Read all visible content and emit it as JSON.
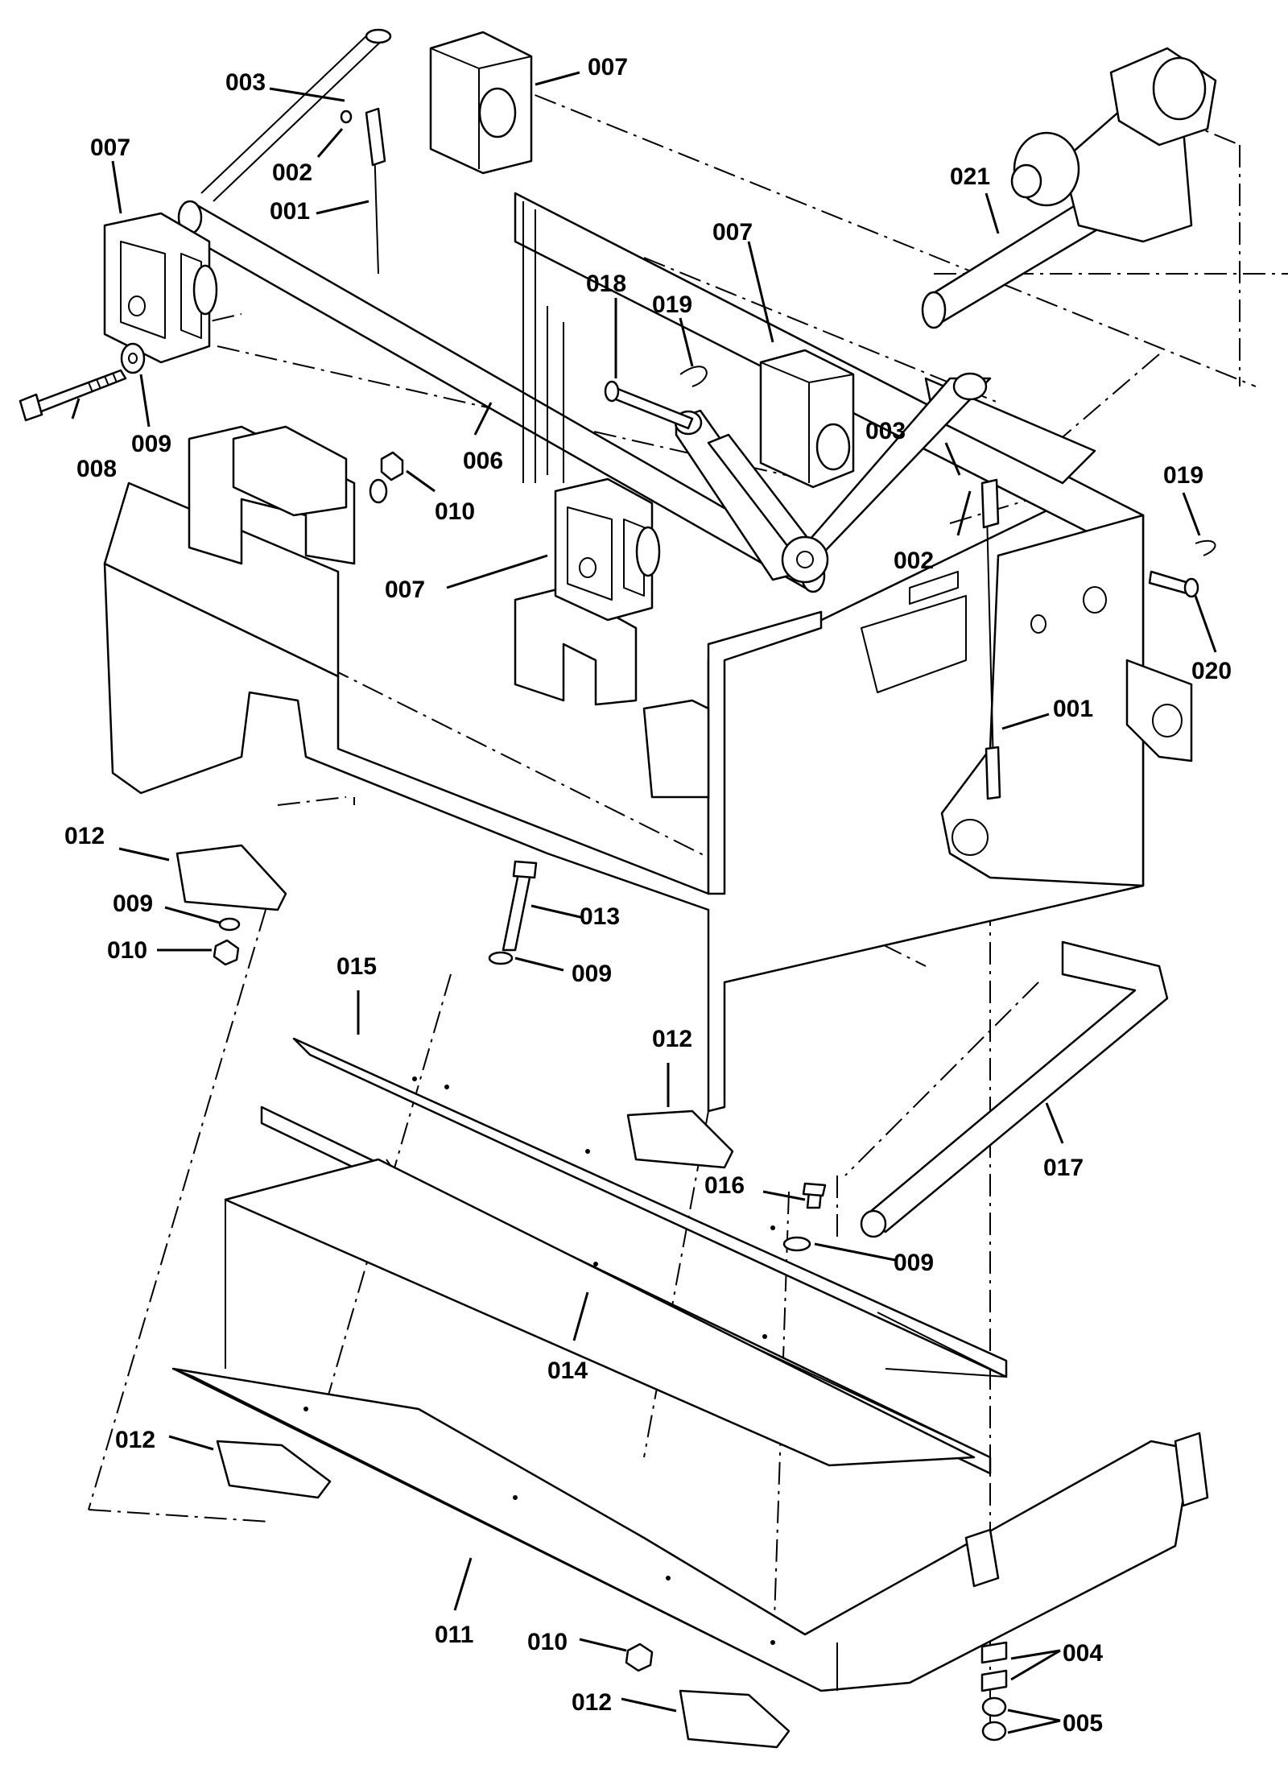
{
  "diagram": {
    "callouts": [
      {
        "id": "c-003-top",
        "label": "003"
      },
      {
        "id": "c-007-top",
        "label": "007"
      },
      {
        "id": "c-007-left",
        "label": "007"
      },
      {
        "id": "c-002-top",
        "label": "002"
      },
      {
        "id": "c-001-top",
        "label": "001"
      },
      {
        "id": "c-021",
        "label": "021"
      },
      {
        "id": "c-007-mid",
        "label": "007"
      },
      {
        "id": "c-018",
        "label": "018"
      },
      {
        "id": "c-019-top",
        "label": "019"
      },
      {
        "id": "c-008",
        "label": "008"
      },
      {
        "id": "c-009-left",
        "label": "009"
      },
      {
        "id": "c-006",
        "label": "006"
      },
      {
        "id": "c-010-top",
        "label": "010"
      },
      {
        "id": "c-003-right",
        "label": "003"
      },
      {
        "id": "c-019-right",
        "label": "019"
      },
      {
        "id": "c-002-right",
        "label": "002"
      },
      {
        "id": "c-007-center",
        "label": "007"
      },
      {
        "id": "c-020",
        "label": "020"
      },
      {
        "id": "c-001-right",
        "label": "001"
      },
      {
        "id": "c-012-left",
        "label": "012"
      },
      {
        "id": "c-009-low-left",
        "label": "009"
      },
      {
        "id": "c-010-low-left",
        "label": "010"
      },
      {
        "id": "c-013",
        "label": "013"
      },
      {
        "id": "c-009-center",
        "label": "009"
      },
      {
        "id": "c-015",
        "label": "015"
      },
      {
        "id": "c-012-center",
        "label": "012"
      },
      {
        "id": "c-016",
        "label": "016"
      },
      {
        "id": "c-017",
        "label": "017"
      },
      {
        "id": "c-009-right",
        "label": "009"
      },
      {
        "id": "c-014",
        "label": "014"
      },
      {
        "id": "c-012-low",
        "label": "012"
      },
      {
        "id": "c-011",
        "label": "011"
      },
      {
        "id": "c-010-bottom",
        "label": "010"
      },
      {
        "id": "c-004",
        "label": "004"
      },
      {
        "id": "c-012-bottom",
        "label": "012"
      },
      {
        "id": "c-005",
        "label": "005"
      }
    ]
  }
}
